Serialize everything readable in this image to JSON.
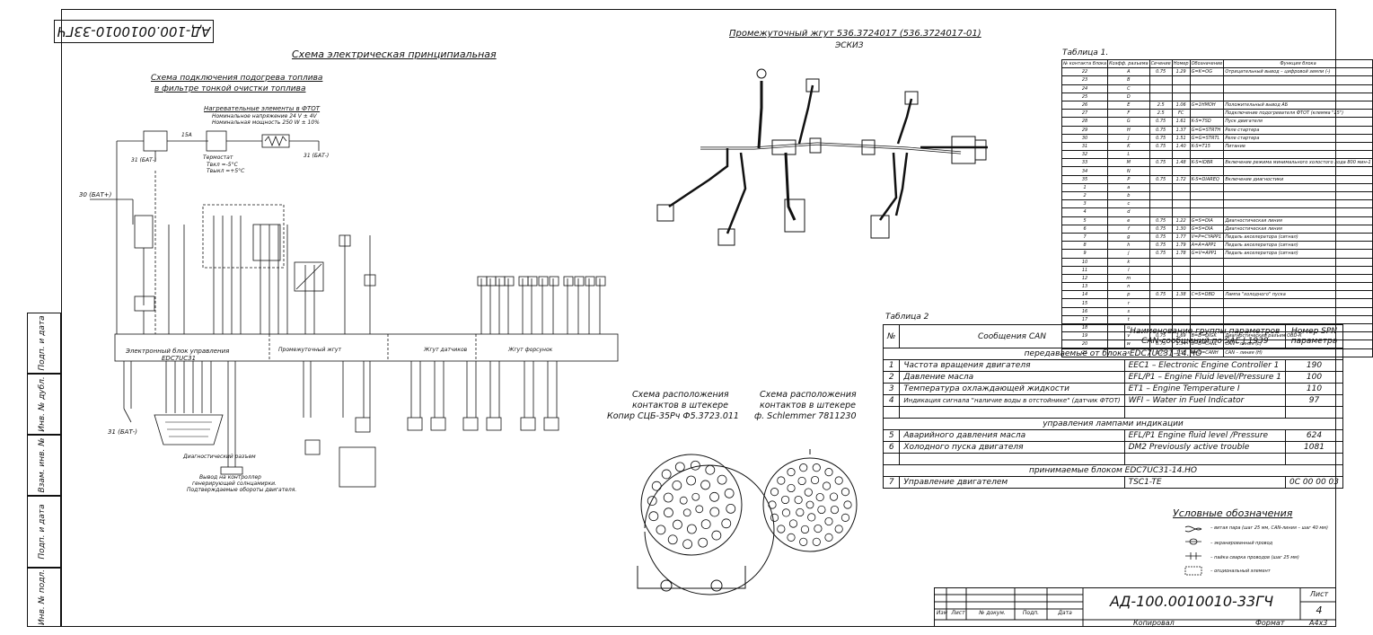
{
  "stamp": "АД-100.0010010-33ГЧ",
  "side_labels": [
    "Подп. и дата",
    "Инв. № дубл.",
    "Взам. инв. №",
    "Подп. и дата",
    "Инв. № подл."
  ],
  "left": {
    "title": "Схема электрическая принципиальная",
    "subtitle_1": "Схема подключения подогрева топлива",
    "subtitle_2": "в фильтре тонкой очистки топлива",
    "heater_title": "Нагревательные элементы в ФТОТ",
    "heater_v": "Номинальное напряжение 24 V ± 4V",
    "heater_p": "Номинальная мощность 250 W ± 10%",
    "thermo": "Термостат",
    "thermo_on": "Tвкл =-5°С",
    "thermo_off": "Tвыкл =+5°С",
    "bat_plus": "30 (БАТ+)",
    "bat_minus1": "31 (БАТ-)",
    "bat_minus2": "31 (БАТ-)",
    "bat_minus3": "31 (БАТ-)",
    "fuse": "15А",
    "ecu": "Электронный блок управления",
    "ecu_model": "EDC7UC31",
    "harness_mid": "Промежуточный жгут",
    "harness_sensors": "Жгут датчиков",
    "harness_inj": "Жгут форсунок",
    "diag": "Диагностический разъем",
    "note_1": "Вывод на контроллер",
    "note_2": "генерирующей солнцамирки.",
    "note_3": "Подтверждаемые обороты двигателя."
  },
  "sketch": {
    "title": "Промежуточный жгут 536.3724017 (536.3724017-01)",
    "subtitle": "ЭСКИЗ"
  },
  "connectors": {
    "a_1": "Схема расположения",
    "a_2": "контактов в штекере",
    "a_3": "Копир СЦБ-35Рч Ф5.3723.011",
    "b_1": "Схема расположения",
    "b_2": "контактов в штекере",
    "b_3": "ф. Schlemmer 7811230"
  },
  "table1": {
    "title": "Таблица 1.",
    "head": [
      "№ контакта блока",
      "Коэфф. разъема",
      "Сечение",
      "Номер",
      "Обозначение",
      "Функция блока"
    ],
    "rows": [
      [
        "22",
        "A",
        "0.75",
        "1.29",
        "G=K=OG",
        "Отрицательный вывод – цифровой земли (-)"
      ],
      [
        "23",
        "B",
        "",
        "",
        "",
        ""
      ],
      [
        "24",
        "C",
        "",
        "",
        "",
        ""
      ],
      [
        "25",
        "D",
        "",
        "",
        "",
        ""
      ],
      [
        "26",
        "E",
        "2.5",
        "1.06",
        "G=1HMOH",
        "Положительный вывод АБ"
      ],
      [
        "27",
        "F",
        "2.5",
        "FC",
        "",
        "Подключение подогревателя ФТОТ (клемма \"15\")"
      ],
      [
        "28",
        "G",
        "0.75",
        "1.61",
        "K-S=7SD",
        "Пуск двигателя"
      ],
      [
        "29",
        "H",
        "0.75",
        "1.37",
        "G=G=STRTH",
        "Реле стартера"
      ],
      [
        "30",
        "J",
        "0.75",
        "1.51",
        "G=G=STRTL",
        "Реле стартера"
      ],
      [
        "31",
        "K",
        "0.75",
        "1.40",
        "K-S=T15",
        "Питание"
      ],
      [
        "32",
        "L",
        "",
        "",
        "",
        ""
      ],
      [
        "33",
        "M",
        "0.75",
        "1.48",
        "K-S=IDBR",
        "Включение режима минимального холостого хода 800 мин-1"
      ],
      [
        "34",
        "N",
        "",
        "",
        "",
        ""
      ],
      [
        "35",
        "P",
        "0.75",
        "1.72",
        "K-S=DIAREQ",
        "Включение диагностики"
      ],
      [
        "1",
        "a",
        "",
        "",
        "",
        ""
      ],
      [
        "2",
        "b",
        "",
        "",
        "",
        ""
      ],
      [
        "3",
        "c",
        "",
        "",
        "",
        ""
      ],
      [
        "4",
        "d",
        "",
        "",
        "",
        ""
      ],
      [
        "5",
        "e",
        "0.75",
        "1.22",
        "G=S=DIA",
        "Диагностическая линия"
      ],
      [
        "6",
        "f",
        "0.75",
        "1.30",
        "G=S=DIA",
        "Диагностическая линия"
      ],
      [
        "7",
        "g",
        "0.75",
        "1.77",
        "V=P=CYAPP1",
        "Педаль акселератора (сигнал)"
      ],
      [
        "8",
        "h",
        "0.75",
        "1.79",
        "A=A=APP1",
        "Педаль акселератора (сигнал)"
      ],
      [
        "9",
        "j",
        "0.75",
        "1.78",
        "G=V=APP1",
        "Педаль акселератора (сигнал)"
      ],
      [
        "10",
        "k",
        "",
        "",
        "",
        ""
      ],
      [
        "11",
        "l",
        "",
        "",
        "",
        ""
      ],
      [
        "12",
        "m",
        "",
        "",
        "",
        ""
      ],
      [
        "13",
        "n",
        "",
        "",
        "",
        ""
      ],
      [
        "14",
        "p",
        "0.75",
        "1.38",
        "C=S=DBD",
        "Лампа \"холодного\" пуска"
      ],
      [
        "15",
        "r",
        "",
        "",
        "",
        ""
      ],
      [
        "16",
        "s",
        "",
        "",
        "",
        ""
      ],
      [
        "17",
        "t",
        "",
        "",
        "",
        ""
      ],
      [
        "18",
        "u",
        "",
        "",
        "",
        ""
      ],
      [
        "19",
        "v",
        "0.75",
        "1.69",
        "B=D=DIGK",
        "Диагностический разъем OBD-К"
      ],
      [
        "20",
        "w",
        "0.75",
        "1.34",
        "B=D=CANL",
        "CAN – линия (L)"
      ],
      [
        "21",
        "x",
        "0.75",
        "1.35",
        "B=D=CANH",
        "CAN – линия (H)"
      ]
    ]
  },
  "table2": {
    "title": "Таблица 2",
    "head": [
      "№",
      "Сообщения CAN",
      "Наименование группы параметров CAN-сообщений по SAE J 1939",
      "Номер SPN параметра"
    ],
    "sec1": "передаваемые от блока EDC7UC31-14.НО",
    "rows1": [
      [
        "1",
        "Частота вращения двигателя",
        "EEC1 – Electronic Engine Controller 1",
        "190"
      ],
      [
        "2",
        "Давление масла",
        "EFL/P1 – Engine Fluid level/Pressure 1",
        "100"
      ],
      [
        "3",
        "Температура охлаждающей жидкости",
        "ET1 – Engine Temperature I",
        "110"
      ],
      [
        "4",
        "Индикация сигнала \"наличие воды в отстойнике\" (датчик ФТОТ)",
        "WFI – Water in Fuel Indicator",
        "97"
      ]
    ],
    "sec2": "управления лампами индикации",
    "rows2": [
      [
        "5",
        "Аварийного давления масла",
        "EFL/P1 Engine fluid level /Pressure",
        "624"
      ],
      [
        "6",
        "Холодного пуска двигателя",
        "DM2 Previously active trouble",
        "1081"
      ]
    ],
    "sec3": "принимаемые блоком EDC7UC31-14.НО",
    "rows3": [
      [
        "7",
        "Управление двигателем",
        "TSC1-TE",
        "0С 00 00 03"
      ]
    ]
  },
  "legend": {
    "title": "Условные обозначения",
    "items": [
      "– витая пара (шаг 25 мм, CAN-линия – шаг 40 мм)",
      "– экранированный провод",
      "– пайка сварка проводов (шаг 25 мм)",
      "– опциональный элемент"
    ]
  },
  "titleblock": {
    "doc": "АД-100.0010010-33ГЧ",
    "sheet_label": "Лист",
    "sheet": "4",
    "cols": [
      "Изм",
      "Лист",
      "№ докум.",
      "Подп.",
      "Дата"
    ],
    "copied": "Копировал",
    "format_label": "Формат",
    "format": "А4х3"
  },
  "colors": {
    "ink": "#111111",
    "paper": "#ffffff"
  }
}
